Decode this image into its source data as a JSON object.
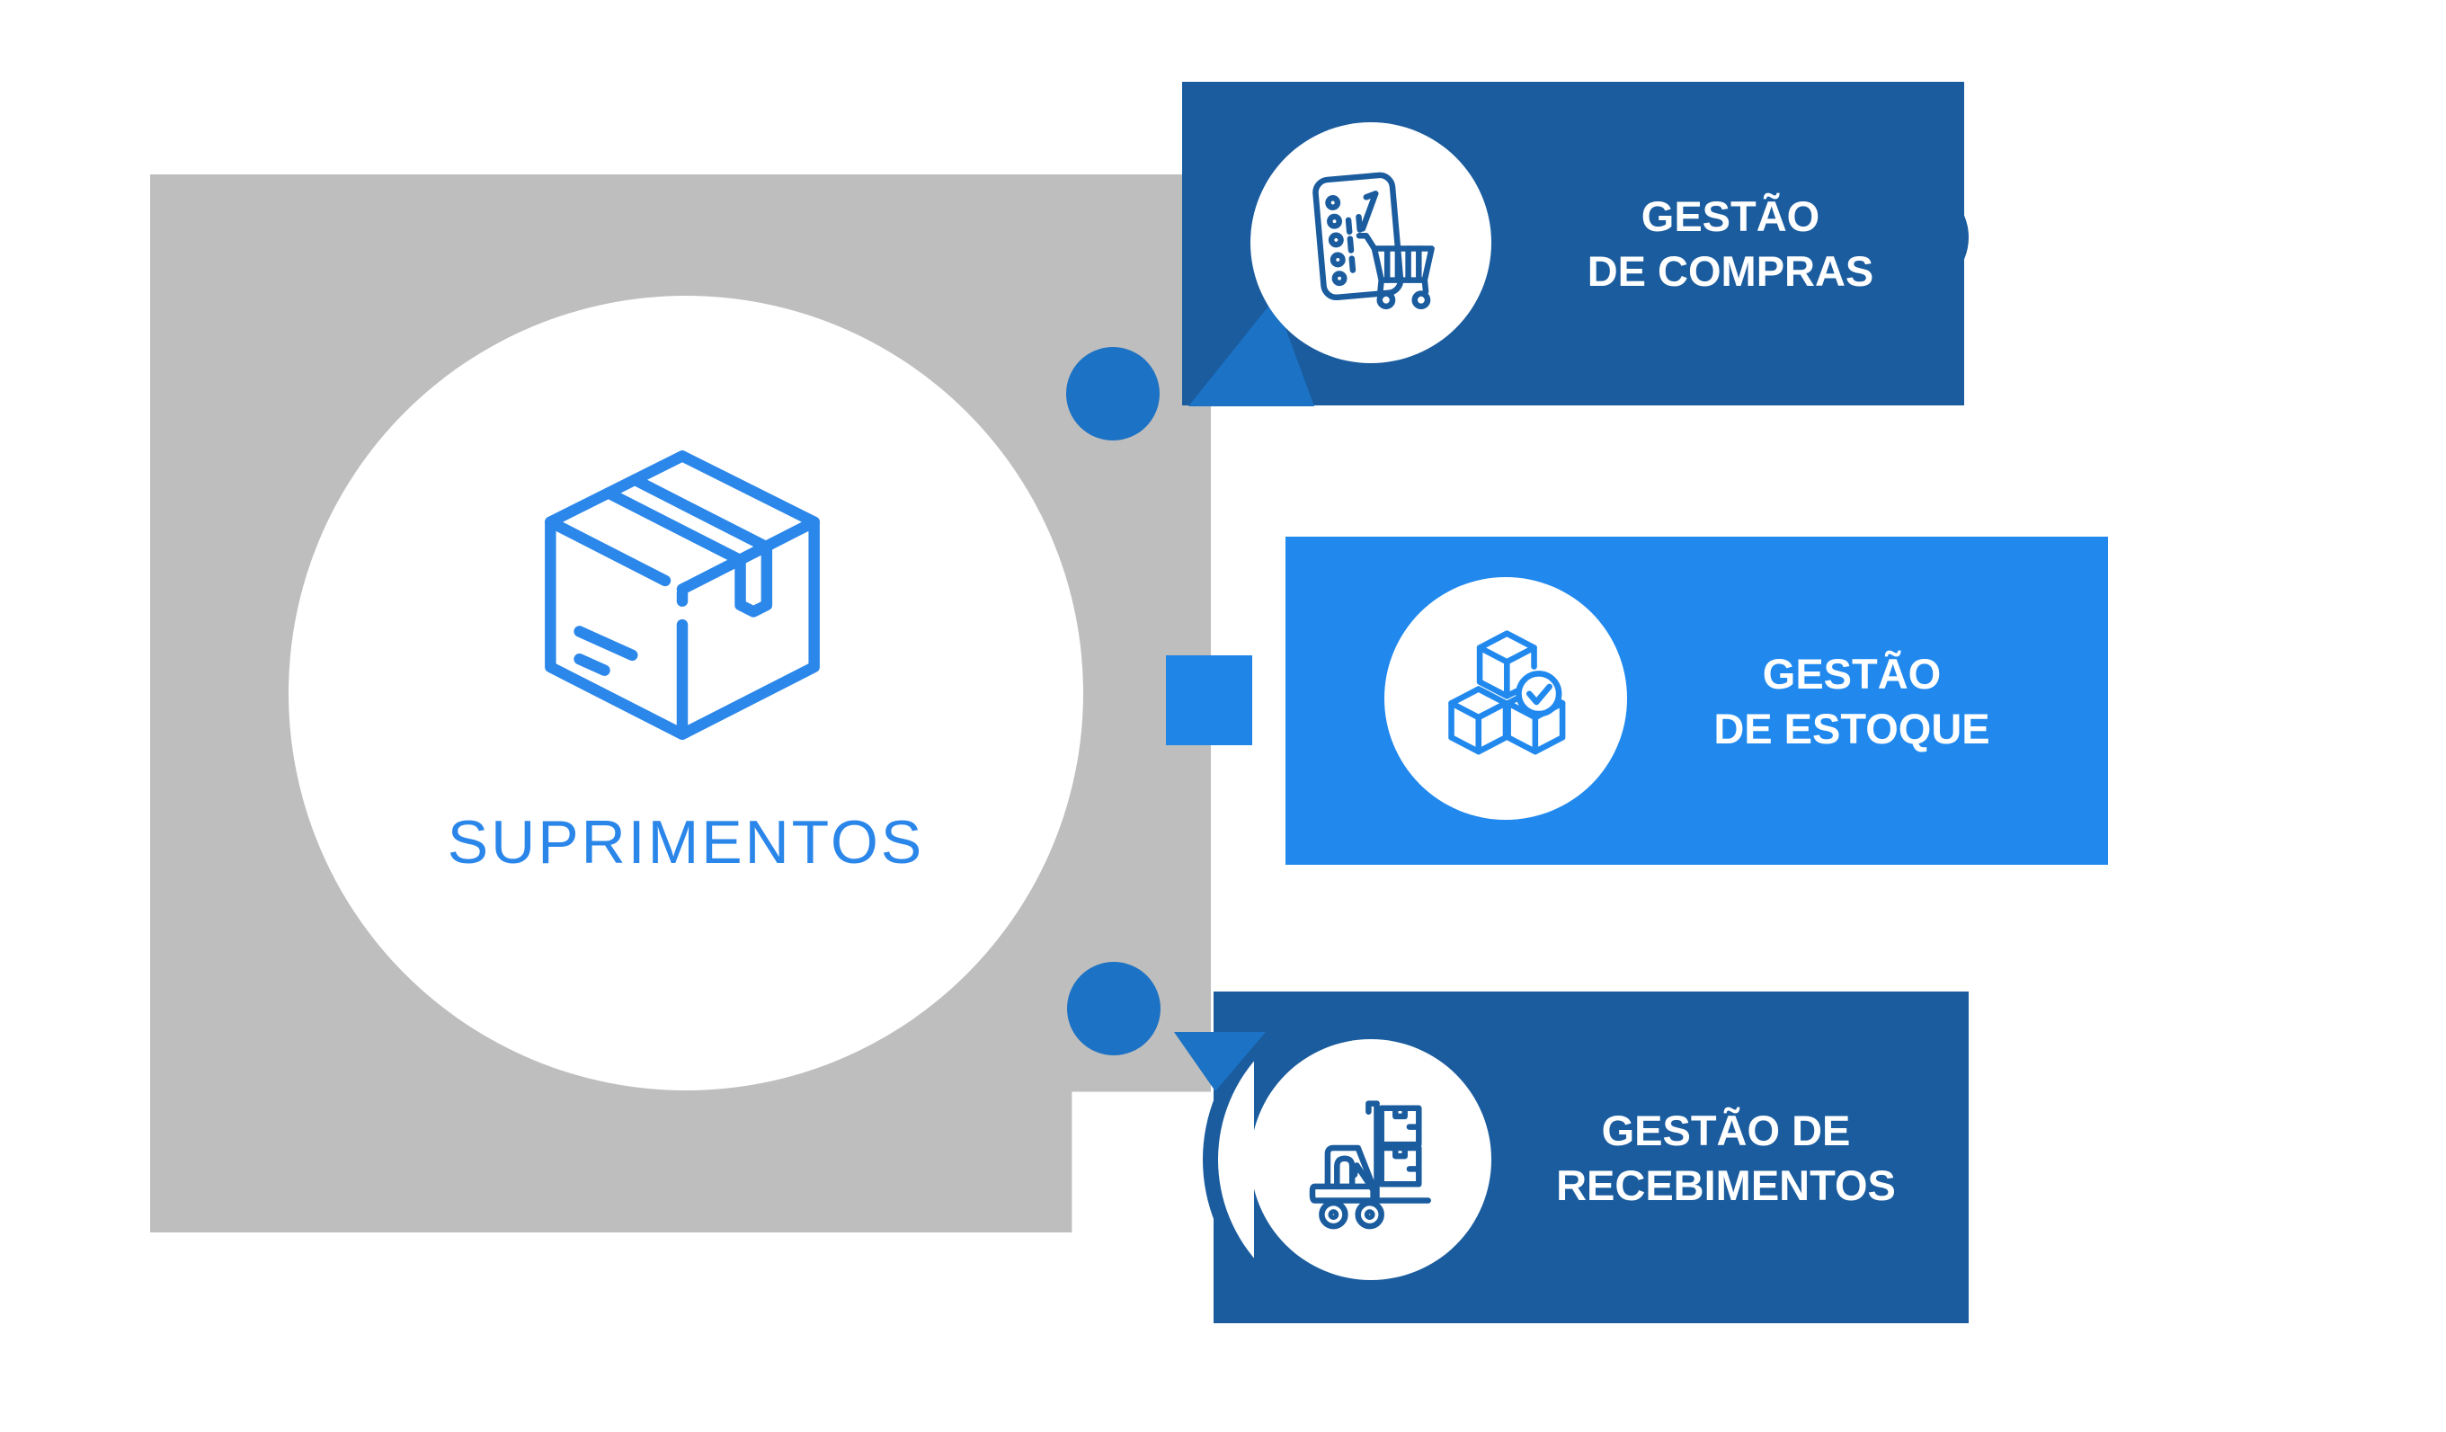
{
  "diagram": {
    "hub": {
      "label": "SUPRIMENTOS",
      "icon": "package-box-icon",
      "panel_color": "#bebebe",
      "circle_color": "#ffffff",
      "icon_color": "#2b87ea",
      "label_color": "#2b86e9"
    },
    "cards": [
      {
        "id": "gestao-de-compras",
        "lines": [
          "GESTÃO",
          "DE COMPRAS"
        ],
        "icon": "checklist-cart-icon",
        "color": "#1a5c9e",
        "text_color": "#ffffff"
      },
      {
        "id": "gestao-de-estoque",
        "lines": [
          "GESTÃO",
          "DE ESTOQUE"
        ],
        "icon": "stacked-cubes-check-icon",
        "color": "#2189ee",
        "text_color": "#ffffff"
      },
      {
        "id": "gestao-de-recebimentos",
        "lines": [
          "GESTÃO DE",
          "RECEBIMENTOS"
        ],
        "icon": "forklift-boxes-icon",
        "color": "#1a5c9e",
        "text_color": "#ffffff"
      }
    ],
    "connectors": {
      "dot_color": "#1c72c4",
      "square_color": "#1f86e8",
      "dots": 2,
      "squares": 1
    }
  }
}
